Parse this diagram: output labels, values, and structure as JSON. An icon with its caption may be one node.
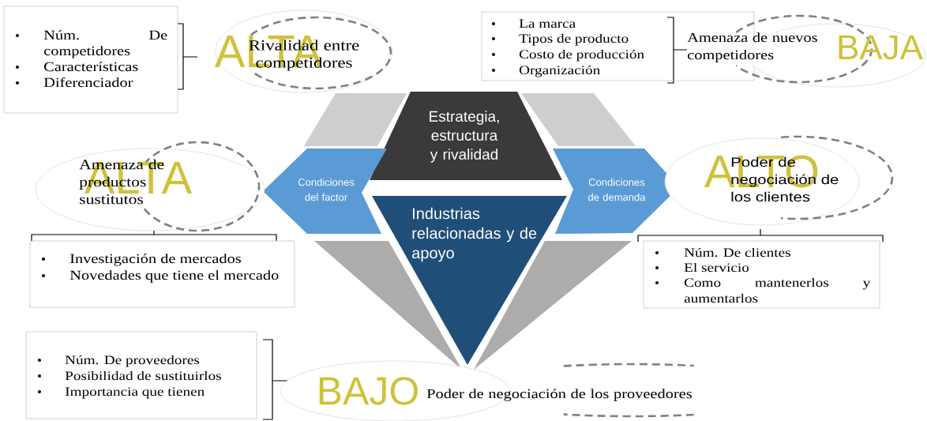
{
  "diagram": {
    "nodes": [
      {
        "text": [
          "Núm. De competidores",
          "Características",
          "Diferenciador"
        ]
      },
      {
        "text": [
          "Rivalidad entre competidores",
          "ALTA"
        ]
      },
      {
        "text": [
          "La marca",
          "Tipos de producto",
          "Costo de producción",
          "Organización"
        ]
      },
      {
        "text": [
          "Amenaza de nuevos competidores",
          "BAJA"
        ]
      },
      {
        "text": [],
        "shape": "box"
      },
      {
        "text": [],
        "shape": "box"
      },
      {
        "text": [
          "Estrategia, estructura y rivalidad"
        ]
      },
      {
        "text": [
          "Condiciones del factor"
        ]
      },
      {
        "text": [
          "Condiciones de demanda"
        ]
      },
      {
        "text": [
          "Industrias relacionadas y de apoyo"
        ]
      },
      {
        "text": [],
        "shape": "box"
      },
      {
        "text": [],
        "shape": "box"
      },
      {
        "text": [
          "Amenaza de productos sustitutos",
          "ALTA"
        ]
      },
      {
        "text": [
          "Investigación de mercados",
          "Novedades que tiene el mercado"
        ]
      },
      {
        "text": [
          "Poder de negociación de los clientes",
          "ALTO"
        ]
      },
      {
        "text": [
          "Núm. De clientes",
          "El servicio",
          "Como mantenerlos y aumentarlos"
        ]
      },
      {
        "text": [
          "Núm. De proveedores",
          "Posibilidad de sustituirlos",
          "Importancia que tienen"
        ]
      },
      {
        "text": [
          "BAJO",
          "Poder de negociación de los proveedores"
        ]
      }
    ]
  }
}
